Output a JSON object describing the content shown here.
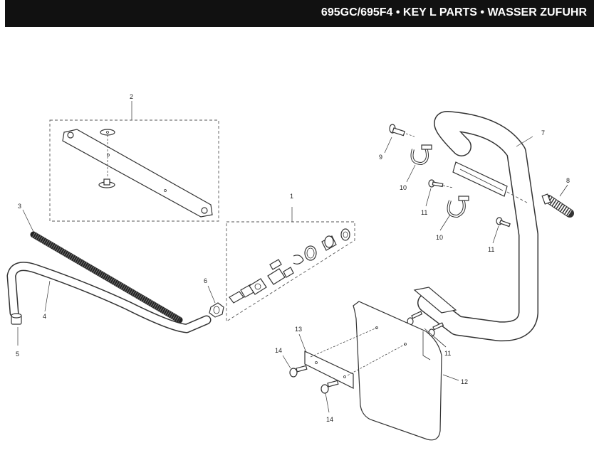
{
  "header": {
    "title": "695GC/695F4 • KEY L PARTS •  WASSER ZUFUHR",
    "background": "#111111",
    "text_color": "#ffffff"
  },
  "callouts": {
    "c1": "1",
    "c2": "2",
    "c3": "3",
    "c4": "4",
    "c5": "5",
    "c6": "6",
    "c7": "7",
    "c8": "8",
    "c9": "9",
    "c10a": "10",
    "c10b": "10",
    "c11a": "11",
    "c11b": "11",
    "c11c": "11",
    "c12": "12",
    "c13": "13",
    "c14a": "14",
    "c14b": "14"
  }
}
